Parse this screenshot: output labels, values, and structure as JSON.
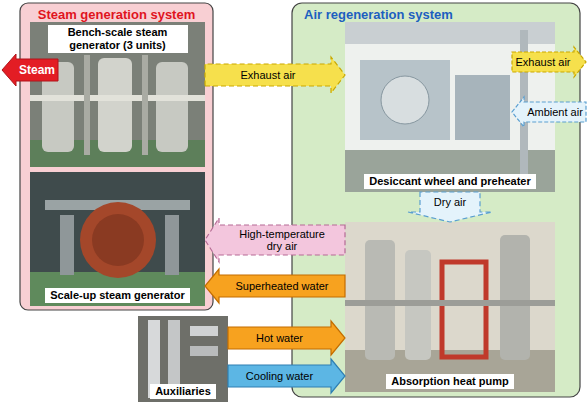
{
  "diagram": {
    "nodes": [
      {
        "text": [
          "Steam generation system"
        ]
      },
      {
        "text": [
          "Bench-scale steam generator (3 units)"
        ],
        "in": 0
      },
      {
        "text": [
          "Scale-up steam generator"
        ],
        "in": 0
      },
      {
        "text": [
          "Air regeneration system"
        ]
      },
      {
        "text": [
          "Desiccant wheel and preheater"
        ],
        "in": 3
      },
      {
        "text": [
          "Absorption heat pump"
        ],
        "in": 3
      },
      {
        "text": [
          "Auxiliaries"
        ]
      }
    ],
    "edges": [
      {
        "from": 1,
        "to": 4,
        "label": "Exhaust air",
        "arrow": "to"
      },
      {
        "from": 4,
        "to": 5,
        "label": "Dry air",
        "arrow": "to"
      },
      {
        "from": 5,
        "to": 2,
        "label": "High-temperature dry air",
        "arrow": "to"
      },
      {
        "from": 5,
        "to": 2,
        "label": "Superheated water",
        "arrow": "to"
      },
      {
        "from": 6,
        "to": 5,
        "label": "Hot water",
        "arrow": "to"
      },
      {
        "from": 6,
        "to": 5,
        "label": "Cooling water",
        "arrow": "to"
      }
    ],
    "labels": [
      "Steam",
      "Exhaust air",
      "Ambient air"
    ]
  }
}
